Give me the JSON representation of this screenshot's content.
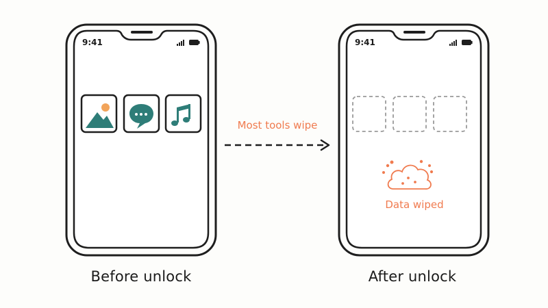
{
  "phones": [
    {
      "status_time": "9:41",
      "caption": "Before unlock",
      "state": "apps-present",
      "apps": [
        {
          "icon": "image-icon"
        },
        {
          "icon": "chat-icon"
        },
        {
          "icon": "music-icon"
        }
      ]
    },
    {
      "status_time": "9:41",
      "caption": "After unlock",
      "state": "apps-wiped",
      "badge_label": "Data wiped",
      "badge_icon": "dust-cloud-icon"
    }
  ],
  "arrow_label": "Most tools wipe",
  "colors": {
    "ink": "#1e1e1e",
    "accent": "#f07b4f",
    "app_tile_fill": "#2e7d78",
    "sun": "#f2a45a",
    "placeholder_stroke": "#9a9a9a",
    "background": "#fdfdfb"
  }
}
